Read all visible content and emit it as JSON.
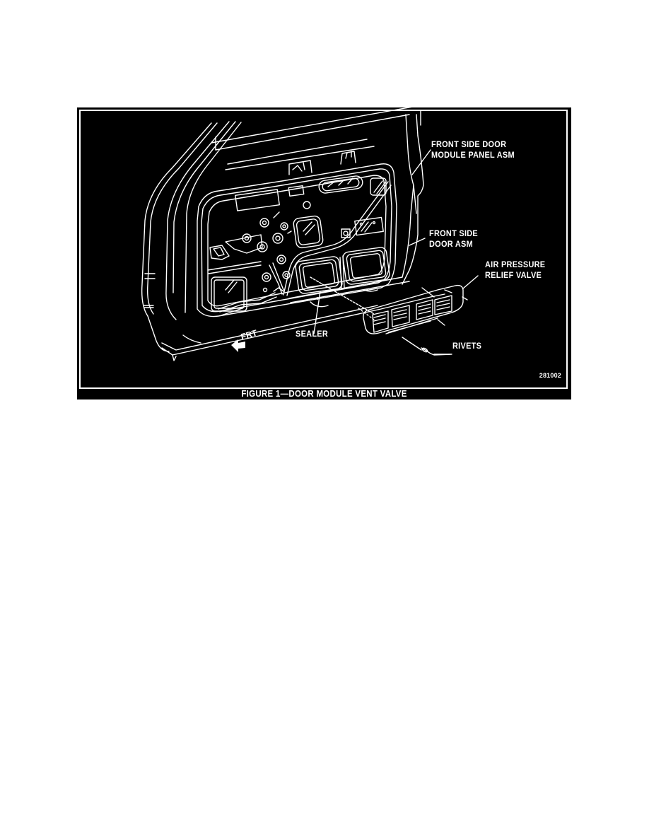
{
  "figure": {
    "caption": "FIGURE 1—DOOR MODULE VENT VALVE",
    "figure_id": "281002",
    "background_color": "#000000",
    "line_color": "#ffffff",
    "direction_indicator": {
      "icon": "arrow-left-icon",
      "label": "FRT"
    },
    "callouts": [
      {
        "id": "module-panel",
        "lines": [
          "FRONT SIDE DOOR",
          "MODULE PANEL ASM"
        ]
      },
      {
        "id": "door-asm",
        "lines": [
          "FRONT SIDE",
          "DOOR ASM"
        ]
      },
      {
        "id": "relief-valve",
        "lines": [
          "AIR PRESSURE",
          "RELIEF VALVE"
        ]
      },
      {
        "id": "sealer",
        "lines": [
          "SEALER"
        ]
      },
      {
        "id": "rivets",
        "lines": [
          "RIVETS"
        ]
      }
    ]
  }
}
